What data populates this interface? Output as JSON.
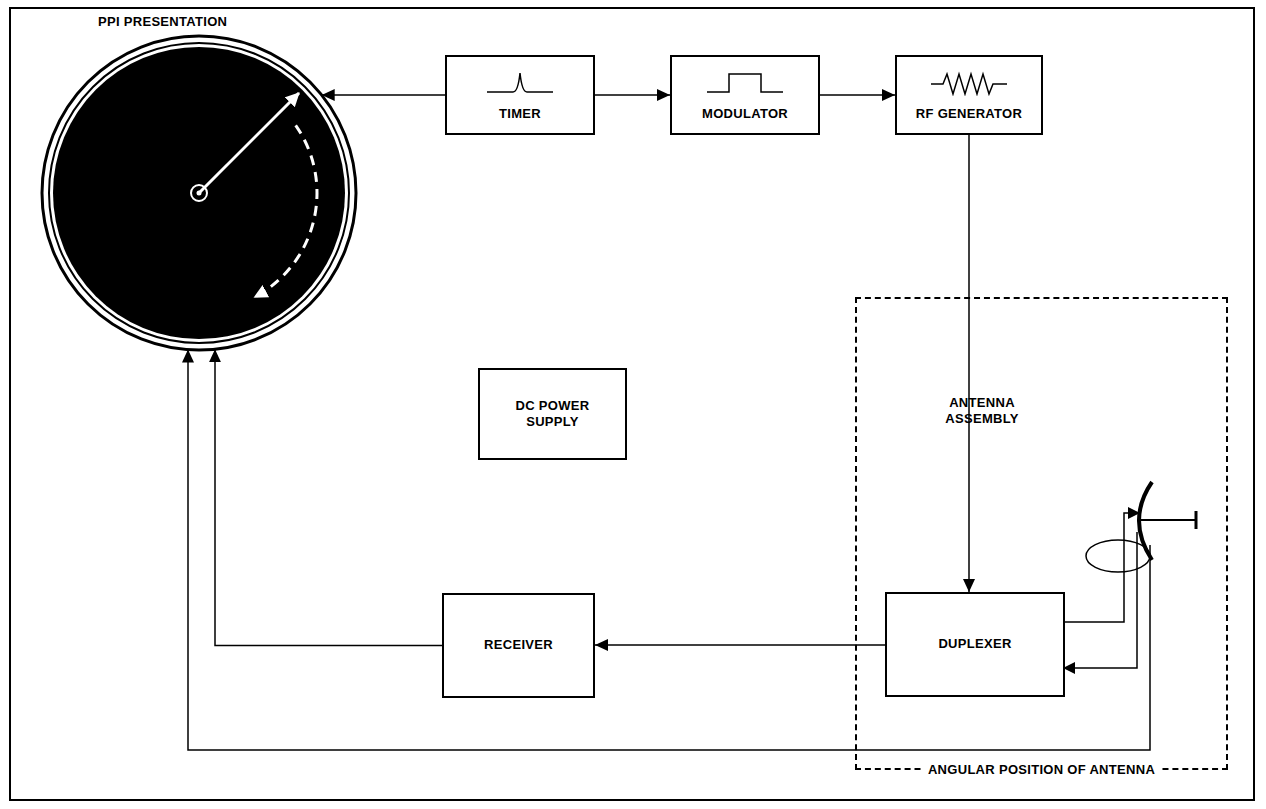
{
  "diagram": {
    "nodes": [
      {
        "text": [
          "PPI PRESENTATION"
        ]
      },
      {
        "text": [
          "TIMER"
        ]
      },
      {
        "text": [
          "MODULATOR"
        ]
      },
      {
        "text": [
          "RF GENERATOR"
        ]
      },
      {
        "text": [
          "DC POWER SUPPLY"
        ]
      },
      {
        "text": [
          "ANTENNA ASSEMBLY",
          "ANGULAR POSITION OF ANTENNA"
        ]
      },
      {
        "text": [
          "DUPLEXER"
        ],
        "in": 5
      },
      {
        "text": [
          "RECEIVER"
        ]
      }
    ],
    "edges": [
      {
        "from": 1,
        "to": 0,
        "arrow": "to"
      },
      {
        "from": 1,
        "to": 2,
        "arrow": "to"
      },
      {
        "from": 2,
        "to": 3,
        "arrow": "to"
      },
      {
        "from": 3,
        "to": 6,
        "arrow": "to"
      },
      {
        "from": 6,
        "to": 7,
        "arrow": "to"
      },
      {
        "from": 7,
        "to": 0,
        "arrow": "to"
      },
      {
        "from": 5,
        "to": 0,
        "arrow": "to"
      }
    ]
  }
}
